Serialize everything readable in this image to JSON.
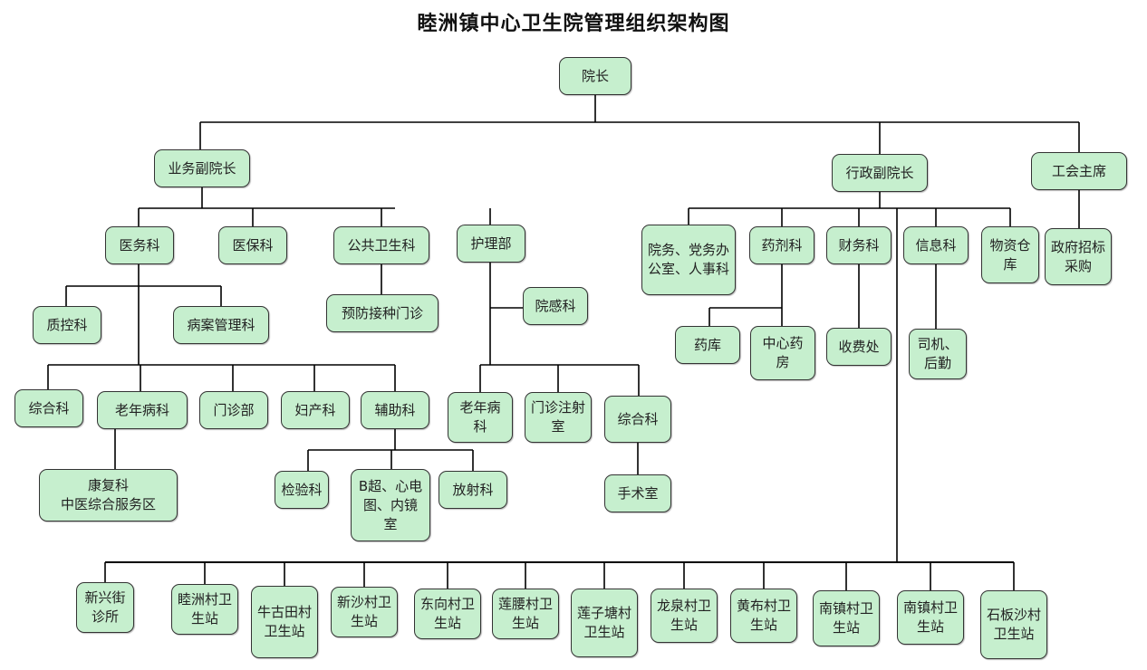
{
  "title": "睦洲镇中心卫生院管理组织架构图",
  "colors": {
    "node_fill": "#c6efce",
    "node_border": "#333333",
    "line": "#000000"
  },
  "nodes": {
    "president": "院长",
    "vp_business": "业务副院长",
    "vp_admin": "行政副院长",
    "union_chair": "工会主席",
    "medical_affairs": "医务科",
    "medical_insurance": "医保科",
    "public_health": "公共卫生科",
    "nursing": "护理部",
    "office_hr": "院务、党务办公室、人事科",
    "pharmacy": "药剂科",
    "finance": "财务科",
    "information": "信息科",
    "warehouse": "物资仓库",
    "procurement": "政府招标采购",
    "quality_control": "质控科",
    "medical_records": "病案管理科",
    "vaccination": "预防接种门诊",
    "infection_control": "院感科",
    "drug_store": "药库",
    "central_pharmacy": "中心药房",
    "cashier": "收费处",
    "driver_logistics": "司机、后勤",
    "general_dept": "综合科",
    "geriatrics": "老年病科",
    "outpatient": "门诊部",
    "obstetrics": "妇产科",
    "auxiliary": "辅助科",
    "nursing_geriatrics": "老年病科",
    "injection_room": "门诊注射室",
    "nursing_general": "综合科",
    "rehab_tcm": "康复科\n中医综合服务区",
    "laboratory": "检验科",
    "ultrasound_ecg_endoscopy": "B超、心电图、内镜室",
    "radiology": "放射科",
    "operating_room": "手术室"
  },
  "stations": [
    "新兴街诊所",
    "睦洲村卫生站",
    "牛古田村卫生站",
    "新沙村卫生站",
    "东向村卫生站",
    "莲腰村卫生站",
    "莲子塘村卫生站",
    "龙泉村卫生站",
    "黄布村卫生站",
    "南镇村卫生站",
    "南镇村卫生站",
    "石板沙村卫生站"
  ]
}
